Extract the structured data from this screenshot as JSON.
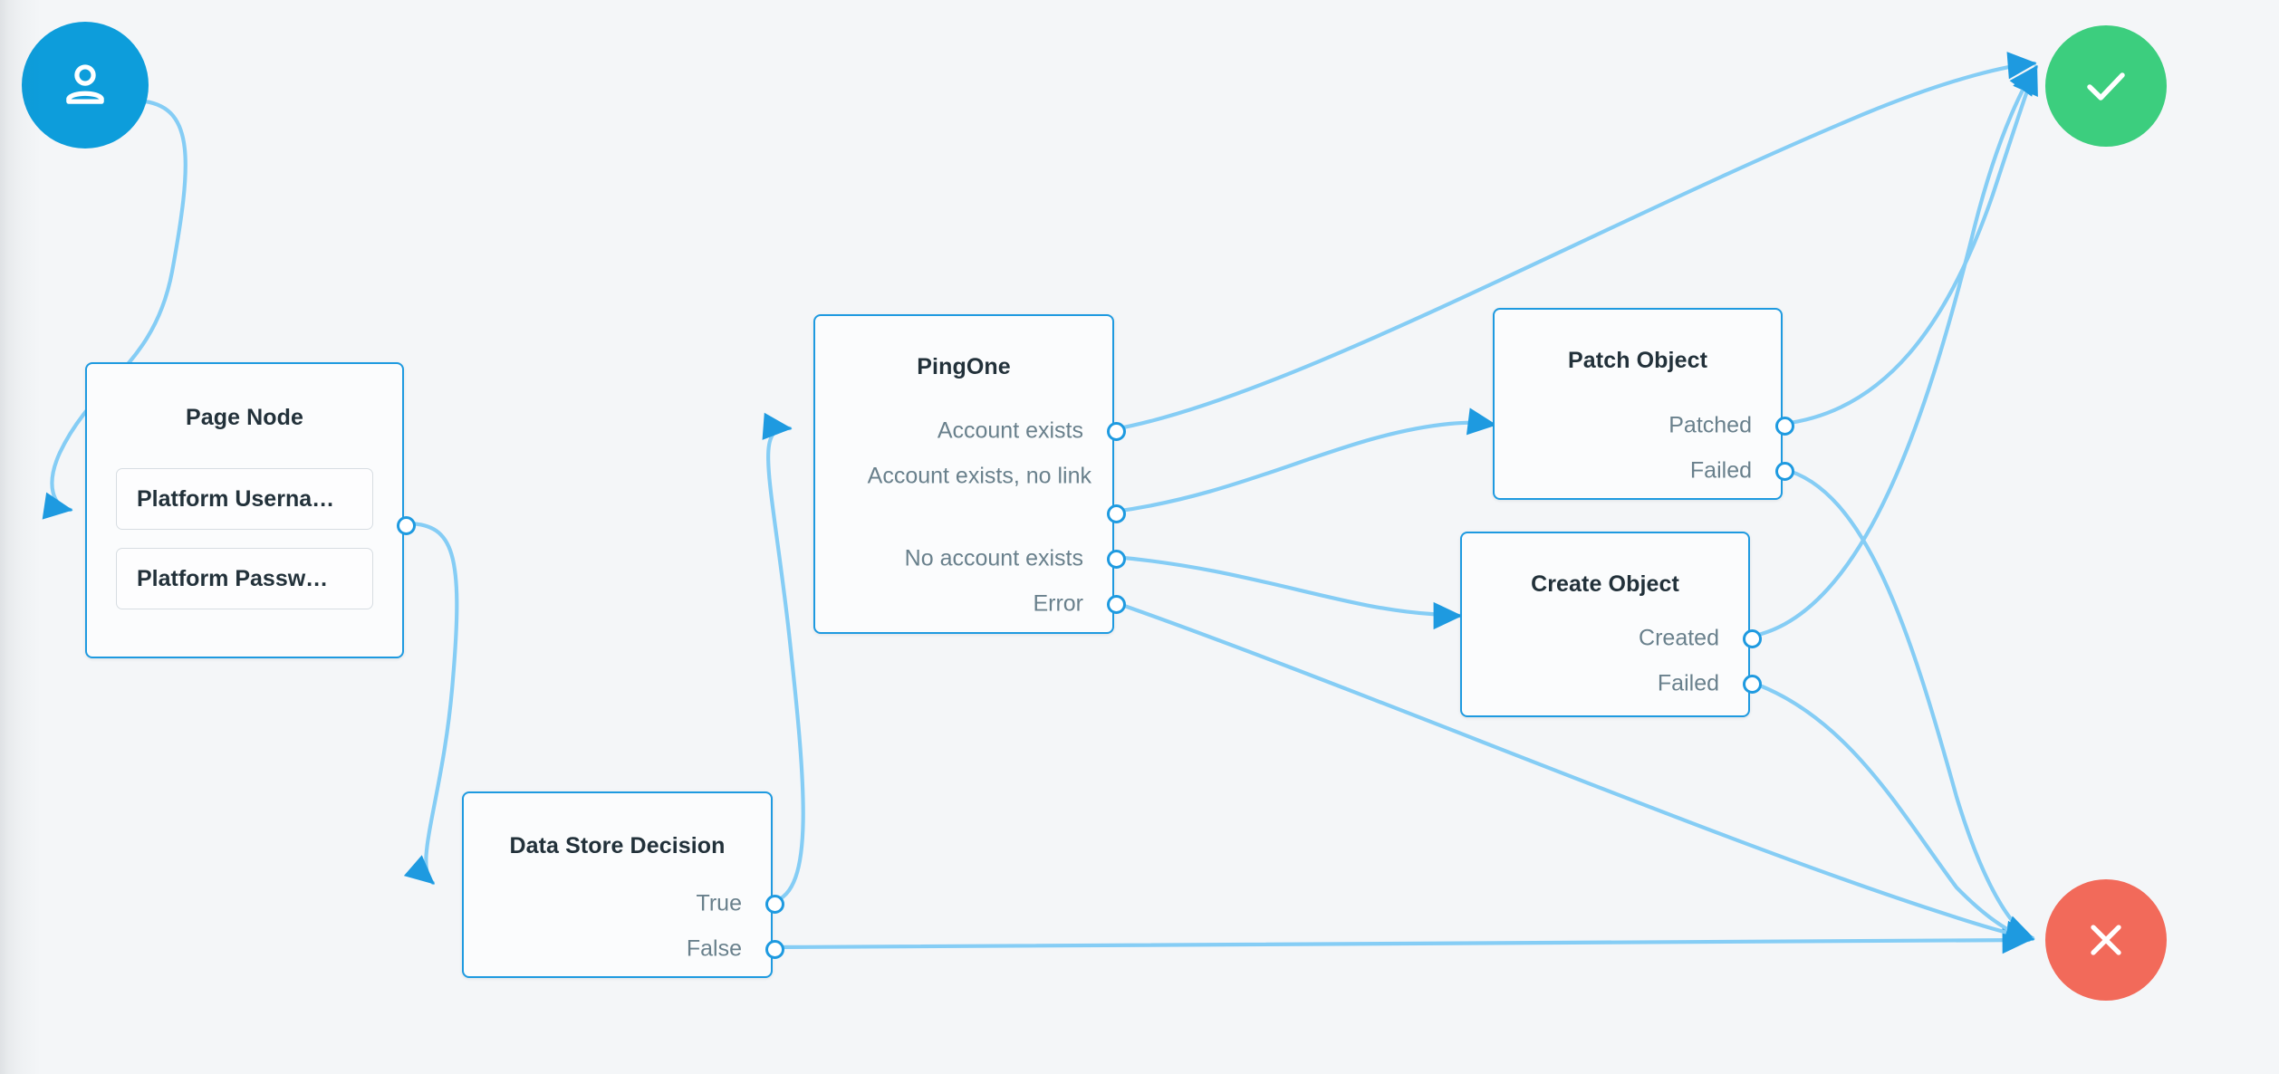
{
  "canvas": {
    "background_color": "#f4f6f8",
    "edge_color": "#85cdf5",
    "node_border_color": "#1e9ae0",
    "port_color": "#1e9ae0",
    "title_color": "#22313a",
    "label_color": "#69808c",
    "success_color": "#3cce7e",
    "failure_color": "#f26a5a",
    "start_color": "#0d9ddb"
  },
  "nodes": {
    "start": {
      "name": "start-node",
      "icon": "user-icon"
    },
    "page": {
      "title": "Page Node",
      "fields": [
        {
          "label": "Platform Userna…"
        },
        {
          "label": "Platform Passw…"
        }
      ],
      "outputs": [
        {
          "label": ""
        }
      ]
    },
    "datastore": {
      "title": "Data Store Decision",
      "outputs": [
        {
          "label": "True"
        },
        {
          "label": "False"
        }
      ]
    },
    "pingone": {
      "title": "PingOne",
      "outputs": [
        {
          "label": "Account exists"
        },
        {
          "label": "Account exists, no link"
        },
        {
          "label": "No account exists"
        },
        {
          "label": "Error"
        }
      ]
    },
    "patch": {
      "title": "Patch Object",
      "outputs": [
        {
          "label": "Patched"
        },
        {
          "label": "Failed"
        }
      ]
    },
    "create": {
      "title": "Create Object",
      "outputs": [
        {
          "label": "Created"
        },
        {
          "label": "Failed"
        }
      ]
    },
    "success": {
      "name": "success-node",
      "icon": "check-icon"
    },
    "failure": {
      "name": "failure-node",
      "icon": "close-icon"
    }
  },
  "edges": [
    {
      "from": "start",
      "to": "page"
    },
    {
      "from": "page.out",
      "to": "datastore"
    },
    {
      "from": "datastore.True",
      "to": "pingone"
    },
    {
      "from": "datastore.False",
      "to": "failure"
    },
    {
      "from": "pingone.Account exists",
      "to": "success"
    },
    {
      "from": "pingone.Account exists, no link",
      "to": "patch"
    },
    {
      "from": "pingone.No account exists",
      "to": "create"
    },
    {
      "from": "pingone.Error",
      "to": "failure"
    },
    {
      "from": "patch.Patched",
      "to": "success"
    },
    {
      "from": "patch.Failed",
      "to": "failure"
    },
    {
      "from": "create.Created",
      "to": "success"
    },
    {
      "from": "create.Failed",
      "to": "failure"
    }
  ]
}
